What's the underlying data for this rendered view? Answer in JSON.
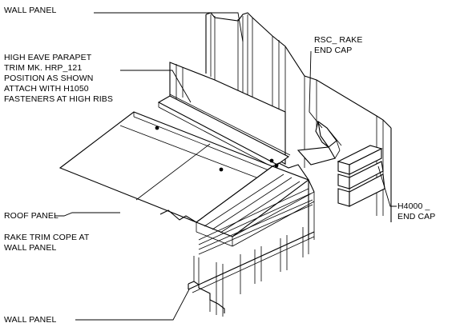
{
  "labels": {
    "wall_panel_top": "WALL PANEL",
    "parapet_trim": "HIGH EAVE PARAPET\nTRIM MK. HRP_121\nPOSITION AS SHOWN\nATTACH WITH H1050\nFASTENERS AT HIGH RIBS",
    "rsc_rake": "RSC_ RAKE\nEND CAP",
    "h4000": "H4000 _\nEND CAP",
    "roof_panel": "ROOF PANEL",
    "rake_trim": "RAKE TRIM COPE AT\nWALL PANEL",
    "wall_panel_bottom": "WALL PANEL"
  }
}
